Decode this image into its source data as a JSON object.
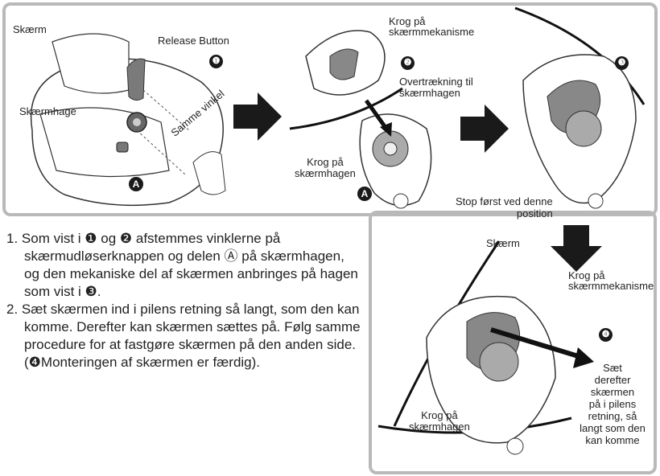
{
  "labels": {
    "visor": "Skærm",
    "release_button": "Release Button",
    "visor_base": "Skærmhage",
    "same_angle": "Samme vinkel",
    "hook_visor_mech_a": "Krog på",
    "hook_visor_mech_b": "skærmmekanisme",
    "cover_to_base_a": "Overtrækning til",
    "cover_to_base_b": "skærmhagen",
    "hook_base_a": "Krog på",
    "hook_base_b": "skærmhagen",
    "stop_a": "Stop først ved denne",
    "stop_b": "position",
    "visor2": "Skærm",
    "hook_visor_mech2_a": "Krog på",
    "hook_visor_mech2_b": "skærmmekanisme",
    "hook_base2_a": "Krog på",
    "hook_base2_b": "skærmhagen",
    "insert_lines": [
      "Sæt",
      "derefter",
      "skærmen",
      "på i pilens",
      "retning, så",
      "langt som den",
      "kan komme"
    ]
  },
  "markers": {
    "step1": "❶",
    "step2": "❷",
    "step3": "❸",
    "step4": "❹",
    "part_a": "A"
  },
  "instructions": [
    "1. Som vist i ❶ og ❷ afstemmes vinklerne på skærmudløserknappen og delen Ⓐ på skærmhagen, og den mekaniske del af skærmen anbringes på hagen som vist i ❸.",
    "2. Sæt skærmen ind i pilens retning så langt, som den kan komme. Derefter kan skærmen sættes på. Følg samme procedure for at fastgøre skærmen på den anden side. (❹Monteringen af skærmen er færdig)."
  ],
  "colors": {
    "frame": "#b9b9b9",
    "dark": "#1a1a1a",
    "button_fill": "#7a7a7a"
  }
}
